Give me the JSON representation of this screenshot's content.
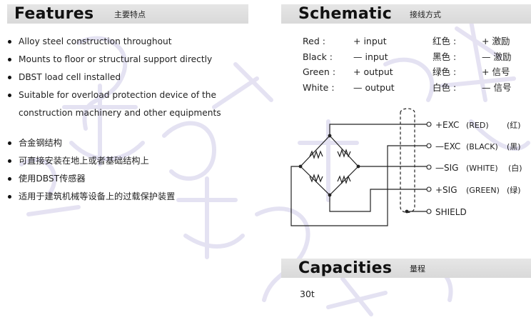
{
  "features": {
    "title": "Features",
    "subtitle": "主要特点",
    "items_en": [
      "Alloy steel construction throughout",
      "Mounts to floor or structural support directly",
      "DBST load cell installed",
      "Suitable for overload protection device of  the",
      "construction machinery and other equipments"
    ],
    "items_cn": [
      "合金钢结构",
      "可直接安装在地上或者基础结构上",
      "使用DBST传感器",
      "适用于建筑机械等设备上的过载保护装置"
    ]
  },
  "schematic": {
    "title": "Schematic",
    "subtitle": "接线方式",
    "wire_table": [
      {
        "color": "Red :",
        "signal": "+ input",
        "color_cn": "红色 :",
        "signal_cn": "+ 激励"
      },
      {
        "color": "Black :",
        "signal": "— input",
        "color_cn": "黑色 :",
        "signal_cn": "— 激励"
      },
      {
        "color": "Green :",
        "signal": "+ output",
        "color_cn": "绿色 :",
        "signal_cn": "+ 信号"
      },
      {
        "color": "White :",
        "signal": "— output",
        "color_cn": "白色 :",
        "signal_cn": "— 信号"
      }
    ],
    "terminals": [
      {
        "sign": "+EXC",
        "color": "(RED)",
        "color_cn": "(红)"
      },
      {
        "sign": "—EXC",
        "color": "(BLACK)",
        "color_cn": "(黑)"
      },
      {
        "sign": "—SIG",
        "color": "(WHITE)",
        "color_cn": "(白)"
      },
      {
        "sign": "+SIG",
        "color": "(GREEN)",
        "color_cn": "(绿)"
      },
      {
        "sign": "SHIELD",
        "color": "",
        "color_cn": ""
      }
    ]
  },
  "capacities": {
    "title": "Capacities",
    "subtitle": "量程",
    "value": "30t"
  },
  "colors": {
    "band": "#dcdcdc",
    "text": "#222222",
    "watermark": "#c9c6e6"
  }
}
